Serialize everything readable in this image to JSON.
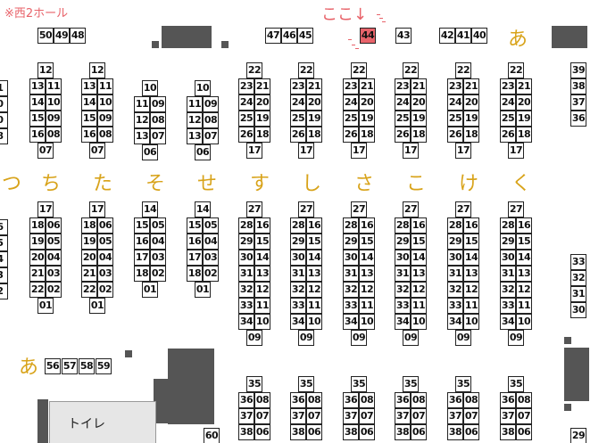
{
  "hall_label": "※西2ホール",
  "here_marker": "ここ↓",
  "toilet_label": "トイレ",
  "highlight_color": "#e8636a",
  "row_label_color": "#d8a31a",
  "row_labels": [
    "つ",
    "ち",
    "た",
    "そ",
    "せ",
    "す",
    "し",
    "さ",
    "こ",
    "け",
    "く",
    "あ",
    "あ"
  ],
  "top_booths": [
    "50",
    "49",
    "48",
    "47",
    "46",
    "45",
    "44",
    "43",
    "42",
    "41",
    "40"
  ],
  "highlighted_booth": "44",
  "upper_left_blocks": [
    {
      "head": "12",
      "pairs": [
        [
          "13",
          "11"
        ],
        [
          "14",
          "10"
        ],
        [
          "15",
          "09"
        ],
        [
          "16",
          "08"
        ]
      ],
      "tail": "07"
    },
    {
      "head": "10",
      "pairs": [
        [
          "11",
          "09"
        ],
        [
          "12",
          "08"
        ],
        [
          "13",
          "07"
        ]
      ],
      "tail": "06"
    }
  ],
  "upper_right_blocks": {
    "head": "22",
    "pairs": [
      [
        "23",
        "21"
      ],
      [
        "24",
        "20"
      ],
      [
        "25",
        "19"
      ],
      [
        "26",
        "18"
      ]
    ],
    "tail": "17"
  },
  "lower_left_blocks": [
    {
      "head": "17",
      "pairs": [
        [
          "18",
          "06"
        ],
        [
          "19",
          "05"
        ],
        [
          "20",
          "04"
        ],
        [
          "21",
          "03"
        ],
        [
          "22",
          "02"
        ]
      ],
      "tail": "01"
    },
    {
      "head": "14",
      "pairs": [
        [
          "15",
          "05"
        ],
        [
          "16",
          "04"
        ],
        [
          "17",
          "03"
        ],
        [
          "18",
          "02"
        ]
      ],
      "tail": "01"
    }
  ],
  "lower_right_blocks": {
    "head": "27",
    "pairs": [
      [
        "28",
        "16"
      ],
      [
        "29",
        "15"
      ],
      [
        "30",
        "14"
      ],
      [
        "31",
        "13"
      ],
      [
        "32",
        "12"
      ],
      [
        "33",
        "11"
      ],
      [
        "34",
        "10"
      ]
    ],
    "tail": "09"
  },
  "bottom_blocks": {
    "head": "35",
    "pairs": [
      [
        "36",
        "08"
      ],
      [
        "37",
        "07"
      ],
      [
        "38",
        "06"
      ]
    ]
  },
  "right_column_upper": [
    "39",
    "38",
    "37",
    "36"
  ],
  "right_column_lower": [
    "33",
    "32",
    "31",
    "30"
  ],
  "right_column_bottom": "29",
  "bottom_row_booths": [
    "56",
    "57",
    "58",
    "59"
  ],
  "corner_booth": "60",
  "left_edge_fragments": [
    "1",
    "0",
    "0",
    "8",
    "6",
    "5",
    "4",
    "3",
    "2"
  ]
}
